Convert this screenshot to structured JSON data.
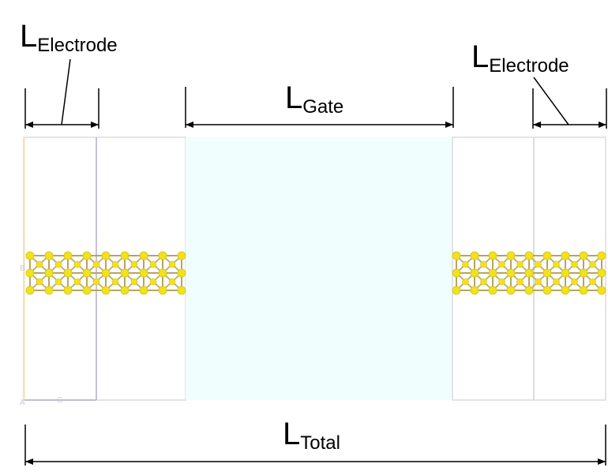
{
  "labels": {
    "electrode_left": {
      "main": "L",
      "sub": "Electrode"
    },
    "electrode_right": {
      "main": "L",
      "sub": "Electrode"
    },
    "gate": {
      "main": "L",
      "sub": "Gate"
    },
    "total": {
      "main": "L",
      "sub": "Total"
    }
  },
  "axis_letters": {
    "a": "A",
    "b": "B",
    "c": "C"
  },
  "colors": {
    "atom": "#f2e21a",
    "bond": "#b8a460",
    "gate_region": "#f0fefe",
    "cell_border": "#d8d8d8",
    "electrode_cell_border": "#b0b0c8",
    "arrow": "#000000"
  }
}
